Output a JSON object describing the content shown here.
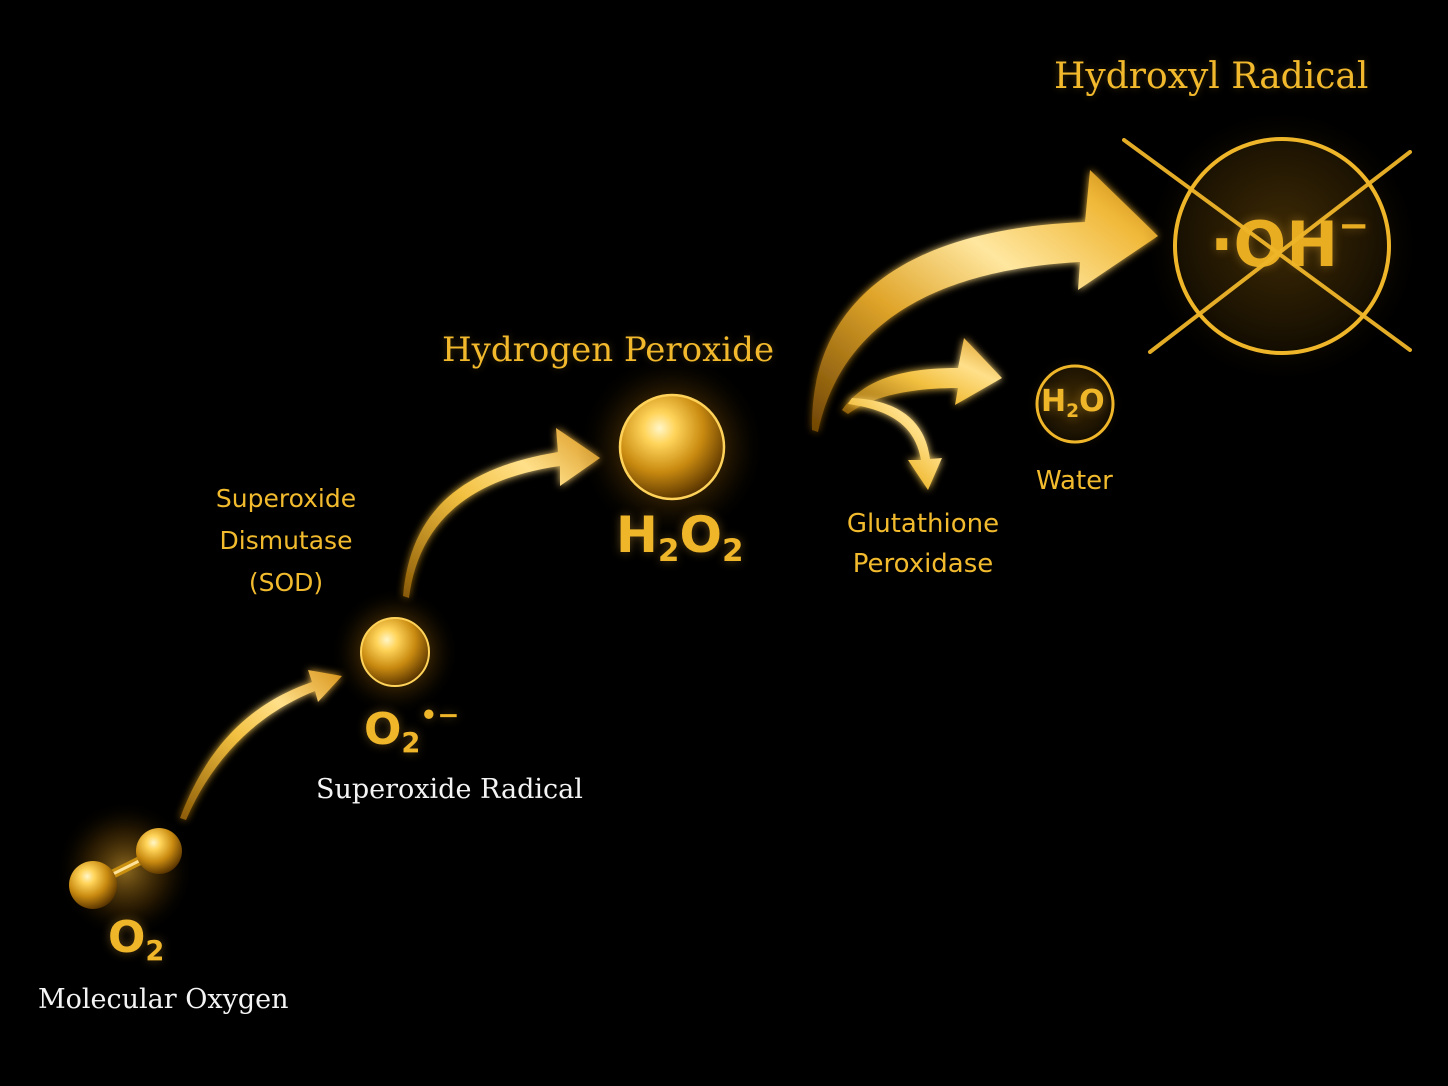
{
  "colors": {
    "background": "#000000",
    "gold": "#f0b62a",
    "gold_dark": "#8a5a05",
    "gold_light": "#ffe9a0",
    "label_white": "#f4f4f4"
  },
  "nodes": {
    "o2": {
      "formula_main": "O",
      "formula_sub": "2",
      "caption": "Molecular Oxygen"
    },
    "superoxide": {
      "formula_main": "O",
      "formula_sub": "2",
      "formula_sup": "•−",
      "caption": "Superoxide Radical"
    },
    "h2o2": {
      "heading": "Hydrogen Peroxide",
      "formula_h": "H",
      "formula_h_sub": "2",
      "formula_o": "O",
      "formula_o_sub": "2"
    },
    "water": {
      "formula_h": "H",
      "formula_sub": "2",
      "formula_o": "O",
      "caption": "Water"
    },
    "hydroxyl": {
      "heading": "Hydroxyl Radical",
      "formula_main": "·OH",
      "formula_sup": "−"
    }
  },
  "enzymes": {
    "sod": {
      "line1": "Superoxide",
      "line2": "Dismutase",
      "line3": "(SOD)"
    },
    "gpx": {
      "line1": "Glutathione",
      "line2": "Peroxidase"
    }
  },
  "icons": {
    "o2_molecule": "oxygen-molecule-icon",
    "superoxide_sphere": "superoxide-sphere-icon",
    "h2o2_sphere": "hydrogen-peroxide-sphere-icon",
    "water_circle": "water-circle-icon",
    "hydroxyl_circle": "hydroxyl-circle-icon",
    "cross": "cross-out-icon"
  }
}
